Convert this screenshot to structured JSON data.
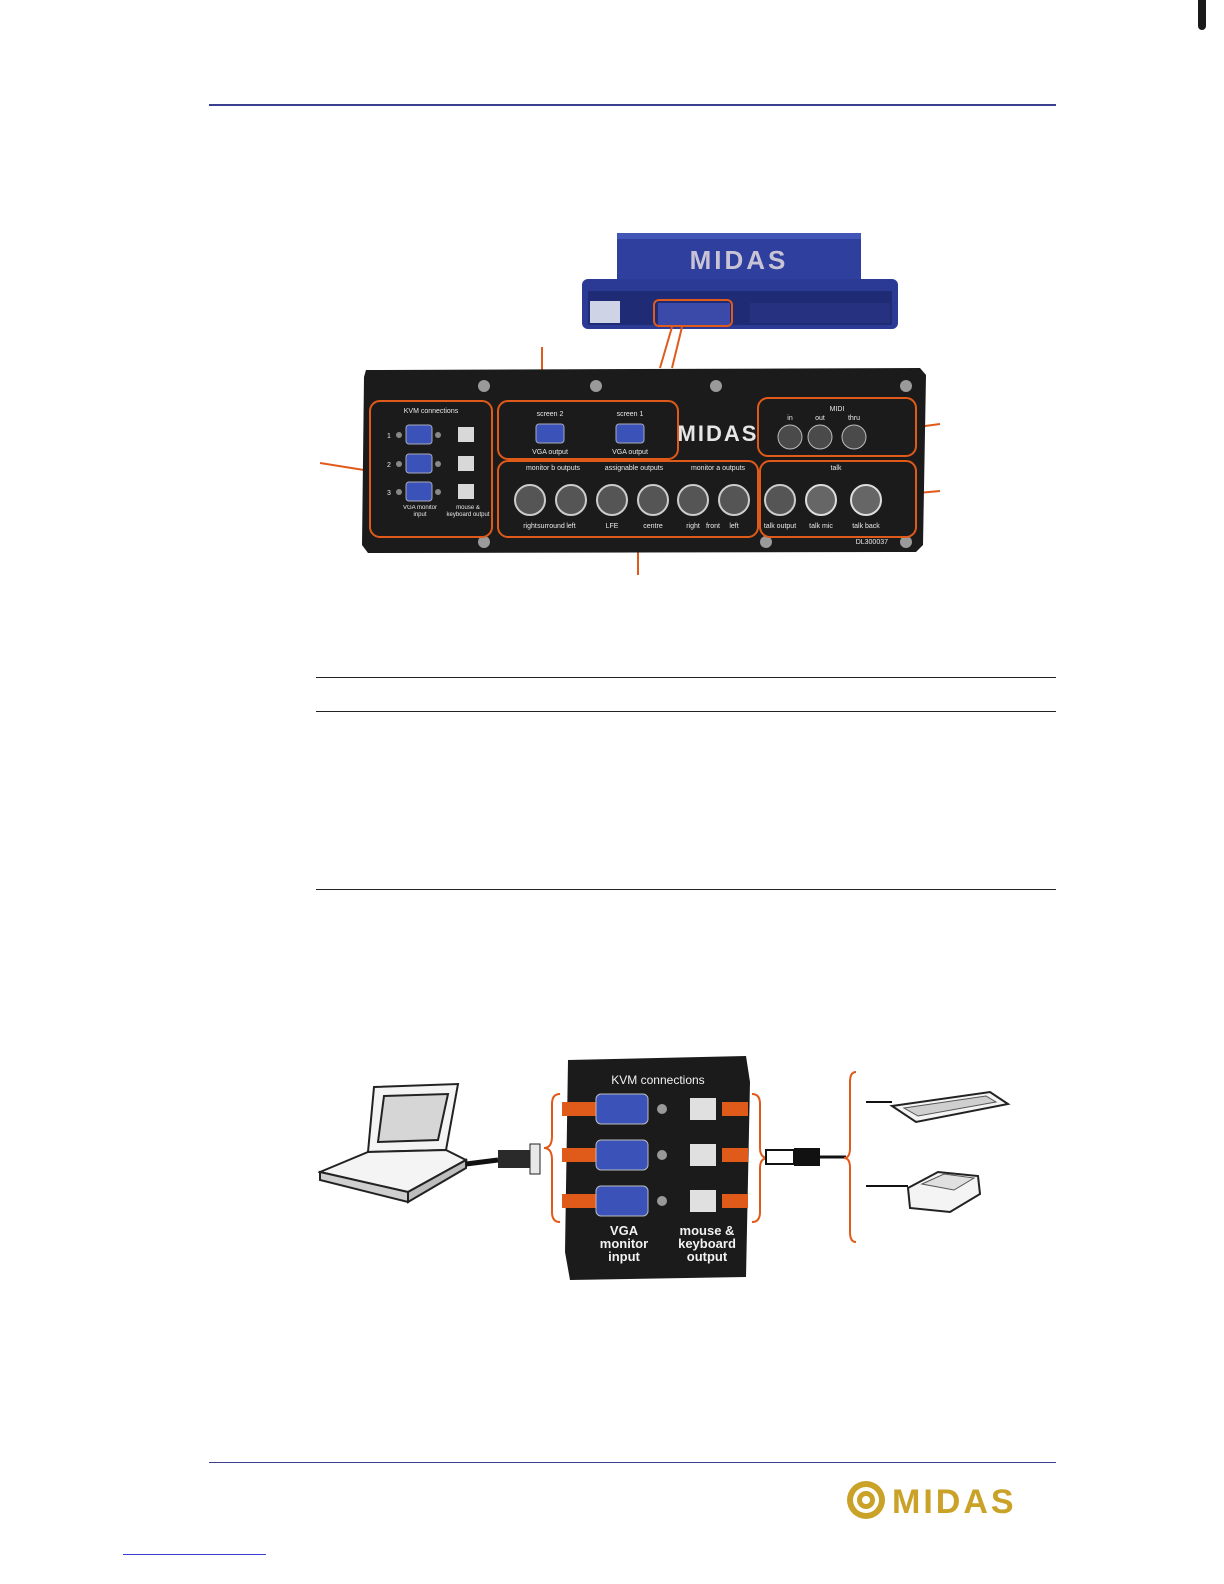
{
  "brand": {
    "logo_text": "MIDAS",
    "panel_logo_text": "MIDAS",
    "accent_color": "#e05a1a",
    "console_color": "#2e3f9e",
    "gold_color": "#c9a227"
  },
  "rear_panel": {
    "kvm_title": "KVM connections",
    "kvm_numbers": [
      "1",
      "2",
      "3"
    ],
    "vga_input_label": "VGA monitor input",
    "mouse_keyboard_label": "mouse & keyboard output",
    "screen2_label": "screen 2",
    "screen1_label": "screen 1",
    "vga_output_label": "VGA output",
    "midi_title": "MIDI",
    "midi_ports": [
      "in",
      "out",
      "thru"
    ],
    "monitor_b_label": "monitor b outputs",
    "assignable_label": "assignable outputs",
    "monitor_a_label": "monitor a outputs",
    "monitor_b_ports": [
      "right",
      "surround",
      "left"
    ],
    "assignable_ports": [
      "LFE",
      "centre"
    ],
    "monitor_a_ports": [
      "right",
      "front",
      "left"
    ],
    "talk_title": "talk",
    "talk_ports": [
      "talk output",
      "talk mic",
      "talk back"
    ],
    "part_code": "DL300037"
  },
  "kvm_detail": {
    "title": "KVM connections",
    "vga_label_lines": [
      "VGA",
      "monitor",
      "input"
    ],
    "mk_label_lines": [
      "mouse &",
      "keyboard",
      "output"
    ]
  }
}
